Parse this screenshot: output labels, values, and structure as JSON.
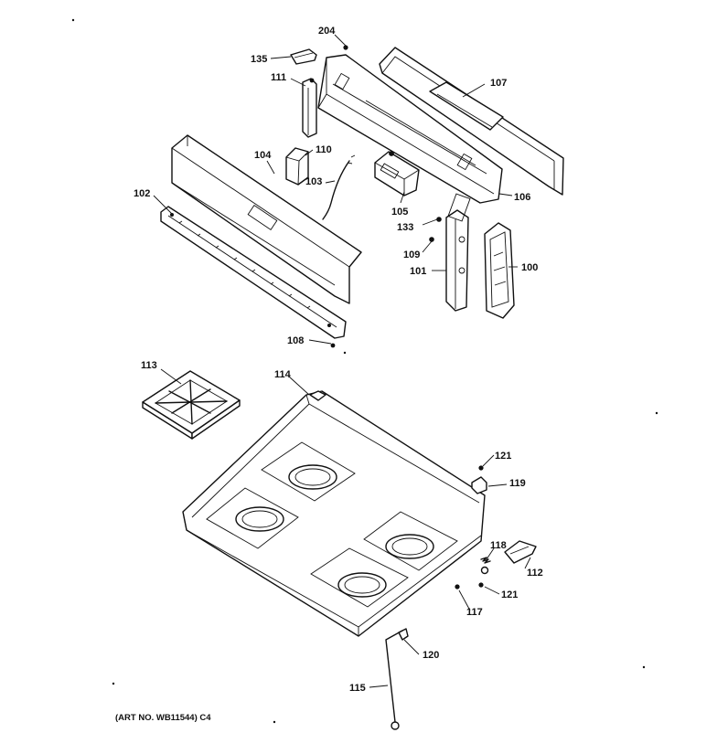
{
  "labels": {
    "p100": "100",
    "p101": "101",
    "p102": "102",
    "p103": "103",
    "p104": "104",
    "p105": "105",
    "p106": "106",
    "p107": "107",
    "p108": "108",
    "p109": "109",
    "p110": "110",
    "p111": "111",
    "p112": "112",
    "p113": "113",
    "p114": "114",
    "p115": "115",
    "p117": "117",
    "p118": "118",
    "p119": "119",
    "p120": "120",
    "p121a": "121",
    "p121b": "121",
    "p133": "133",
    "p135": "135",
    "p204": "204"
  },
  "caption": "(ART NO. WB11544) C4"
}
